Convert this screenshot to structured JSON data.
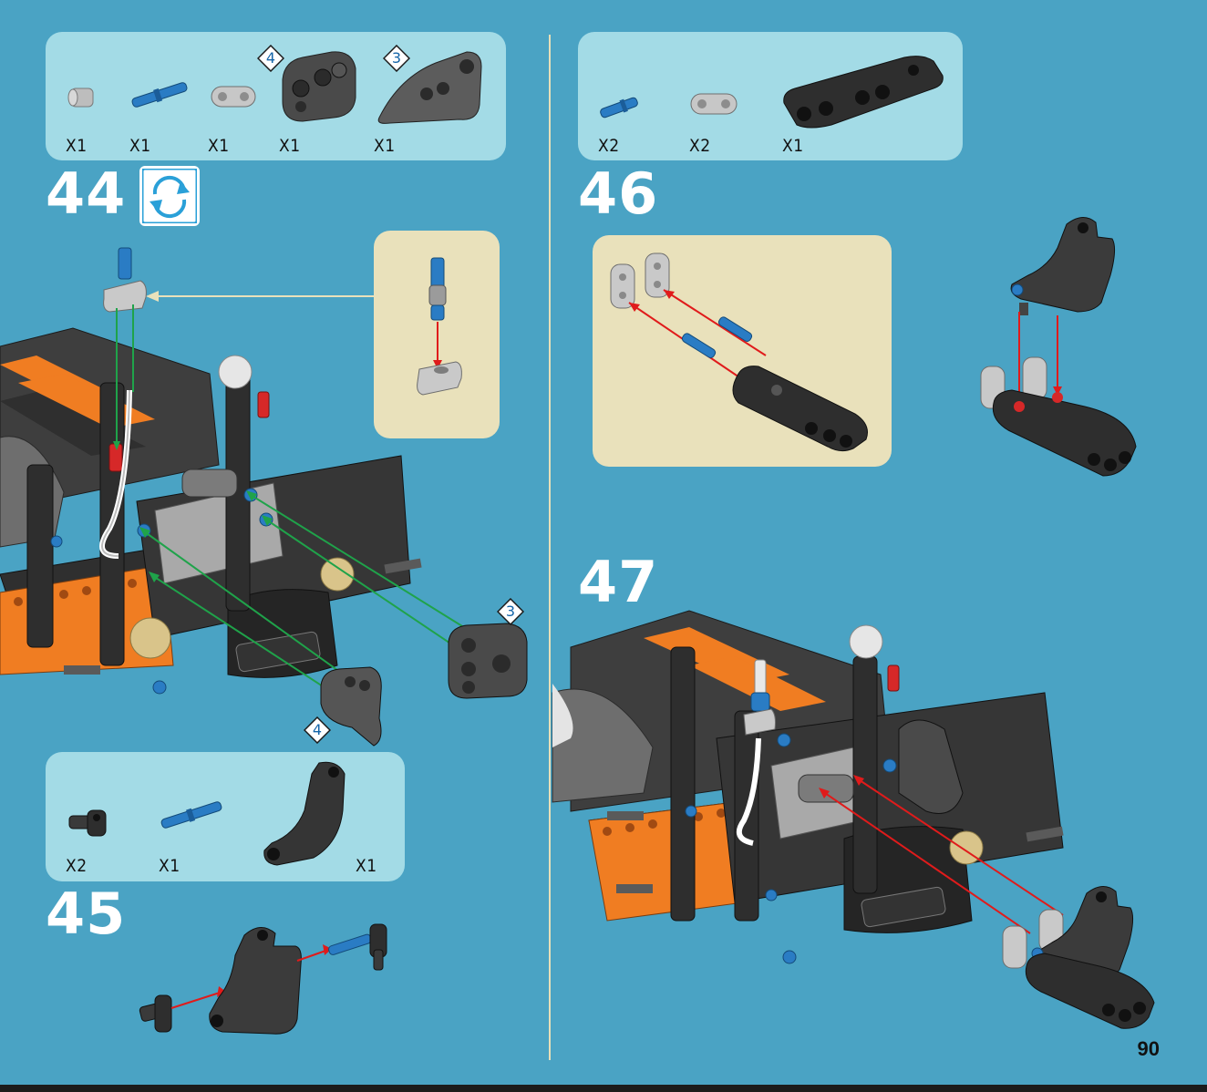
{
  "page": {
    "number": "90"
  },
  "steps": {
    "s44": {
      "number": "44"
    },
    "s45": {
      "number": "45"
    },
    "s46": {
      "number": "46"
    },
    "s47": {
      "number": "47"
    }
  },
  "parts_44": {
    "q1": "X1",
    "q2": "X1",
    "q3": "X1",
    "q4": "X1",
    "q5": "X1",
    "badge_a": "4",
    "badge_b": "3"
  },
  "parts_45": {
    "q1": "X2",
    "q2": "X1",
    "q3": "X1"
  },
  "parts_46": {
    "q1": "X2",
    "q2": "X2",
    "q3": "X1"
  },
  "callouts_44": {
    "badge_c": "3",
    "badge_d": "4"
  },
  "colors": {
    "background": "#4aa3c4",
    "parts_panel": "#a3dbe6",
    "inset_panel": "#e9e1bb",
    "connector_green": "#1fa34a",
    "connector_red": "#e01b1b"
  }
}
